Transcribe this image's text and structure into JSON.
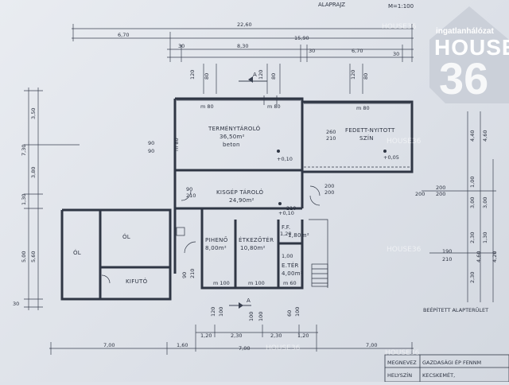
{
  "sheet": {
    "title": "ALAPRAJZ",
    "scale": "M=1:100"
  },
  "logo": {
    "brand_top": "ingatlanhálózat",
    "brand_main": "HOUSE",
    "brand_num": "36"
  },
  "watermark": "HOUSE36",
  "rooms": {
    "termenytarolo": {
      "name": "TERMÉNYTÁROLÓ",
      "area": "36,50m²",
      "material": "beton"
    },
    "fedett": {
      "name": "FEDETT-NYITOTT",
      "name2": "SZÍN"
    },
    "kisgep": {
      "name": "KISGÉP TÁROLÓ",
      "area": "24,90m²"
    },
    "ol1": {
      "name": "ÓL"
    },
    "ol2": {
      "name": "ÓL"
    },
    "kifuto": {
      "name": "KIFUTÓ"
    },
    "piheno": {
      "name": "PIHENŐ",
      "area": "8,00m²"
    },
    "etkezo": {
      "name": "ÉTKEZŐTÉR",
      "area": "10,80m²"
    },
    "ff": {
      "name": "F.F.",
      "area": "1,80m²"
    },
    "eter": {
      "name": "E.TÉR",
      "area": "4,00m²"
    }
  },
  "levels": {
    "l1": "+0,10",
    "l2": "+0,05",
    "l3": "+0,10"
  },
  "dims": {
    "top": {
      "total": "22,60",
      "d1": "6,70",
      "d2": "15,90",
      "d3": "30",
      "d4": "8,30",
      "d5": "30",
      "d6": "6,70",
      "d7": "30"
    },
    "vert_top": [
      "120",
      "80",
      "120",
      "80",
      "120",
      "80"
    ],
    "left": [
      "3,50",
      "7,30",
      "3,80",
      "1,30",
      "5,00",
      "5,60",
      "30"
    ],
    "right": [
      "4,40",
      "4,60",
      "1,00",
      "3,00",
      "3,00",
      "2,30",
      "1,30",
      "4,60",
      "4,20",
      "2,30"
    ],
    "openings": {
      "w1": "m 80",
      "w2": "m 80",
      "w3": "m 80",
      "w4": "m 80",
      "o1": "90",
      "o2": "90",
      "o3": "260",
      "o4": "210",
      "o5": "90",
      "o6": "210",
      "o7": "200",
      "o8": "200",
      "o9": "200",
      "o10": "200",
      "o11": "200",
      "o12": "210",
      "o13": "190",
      "o14": "210",
      "o15": "90",
      "o16": "210",
      "d100a": "m 100",
      "d100b": "m 100",
      "d60": "m 60",
      "o17": "1,00",
      "o18": "1,20"
    },
    "bottom": {
      "b1": "1,20",
      "b2": "2,30",
      "b3": "2,30",
      "b4": "1,20",
      "b5": "7,00",
      "b6": "1,60",
      "b7": "7,00",
      "b8": "7,00",
      "v1": "120",
      "v2": "100",
      "v3": "100",
      "v4": "100",
      "v5": "60",
      "v6": "100"
    }
  },
  "legend": {
    "beepitett": "BEÉPÍTETT ALAPTERÜLET"
  },
  "titleblock": {
    "label1": "MEGNEVEZ",
    "value1": "GAZDASÁGI ÉP FENNM",
    "label2": "HELYSZÍN",
    "value2": "KECSKEMÉT,"
  },
  "section_marks": {
    "a_top": "A",
    "a_bottom": "A"
  }
}
